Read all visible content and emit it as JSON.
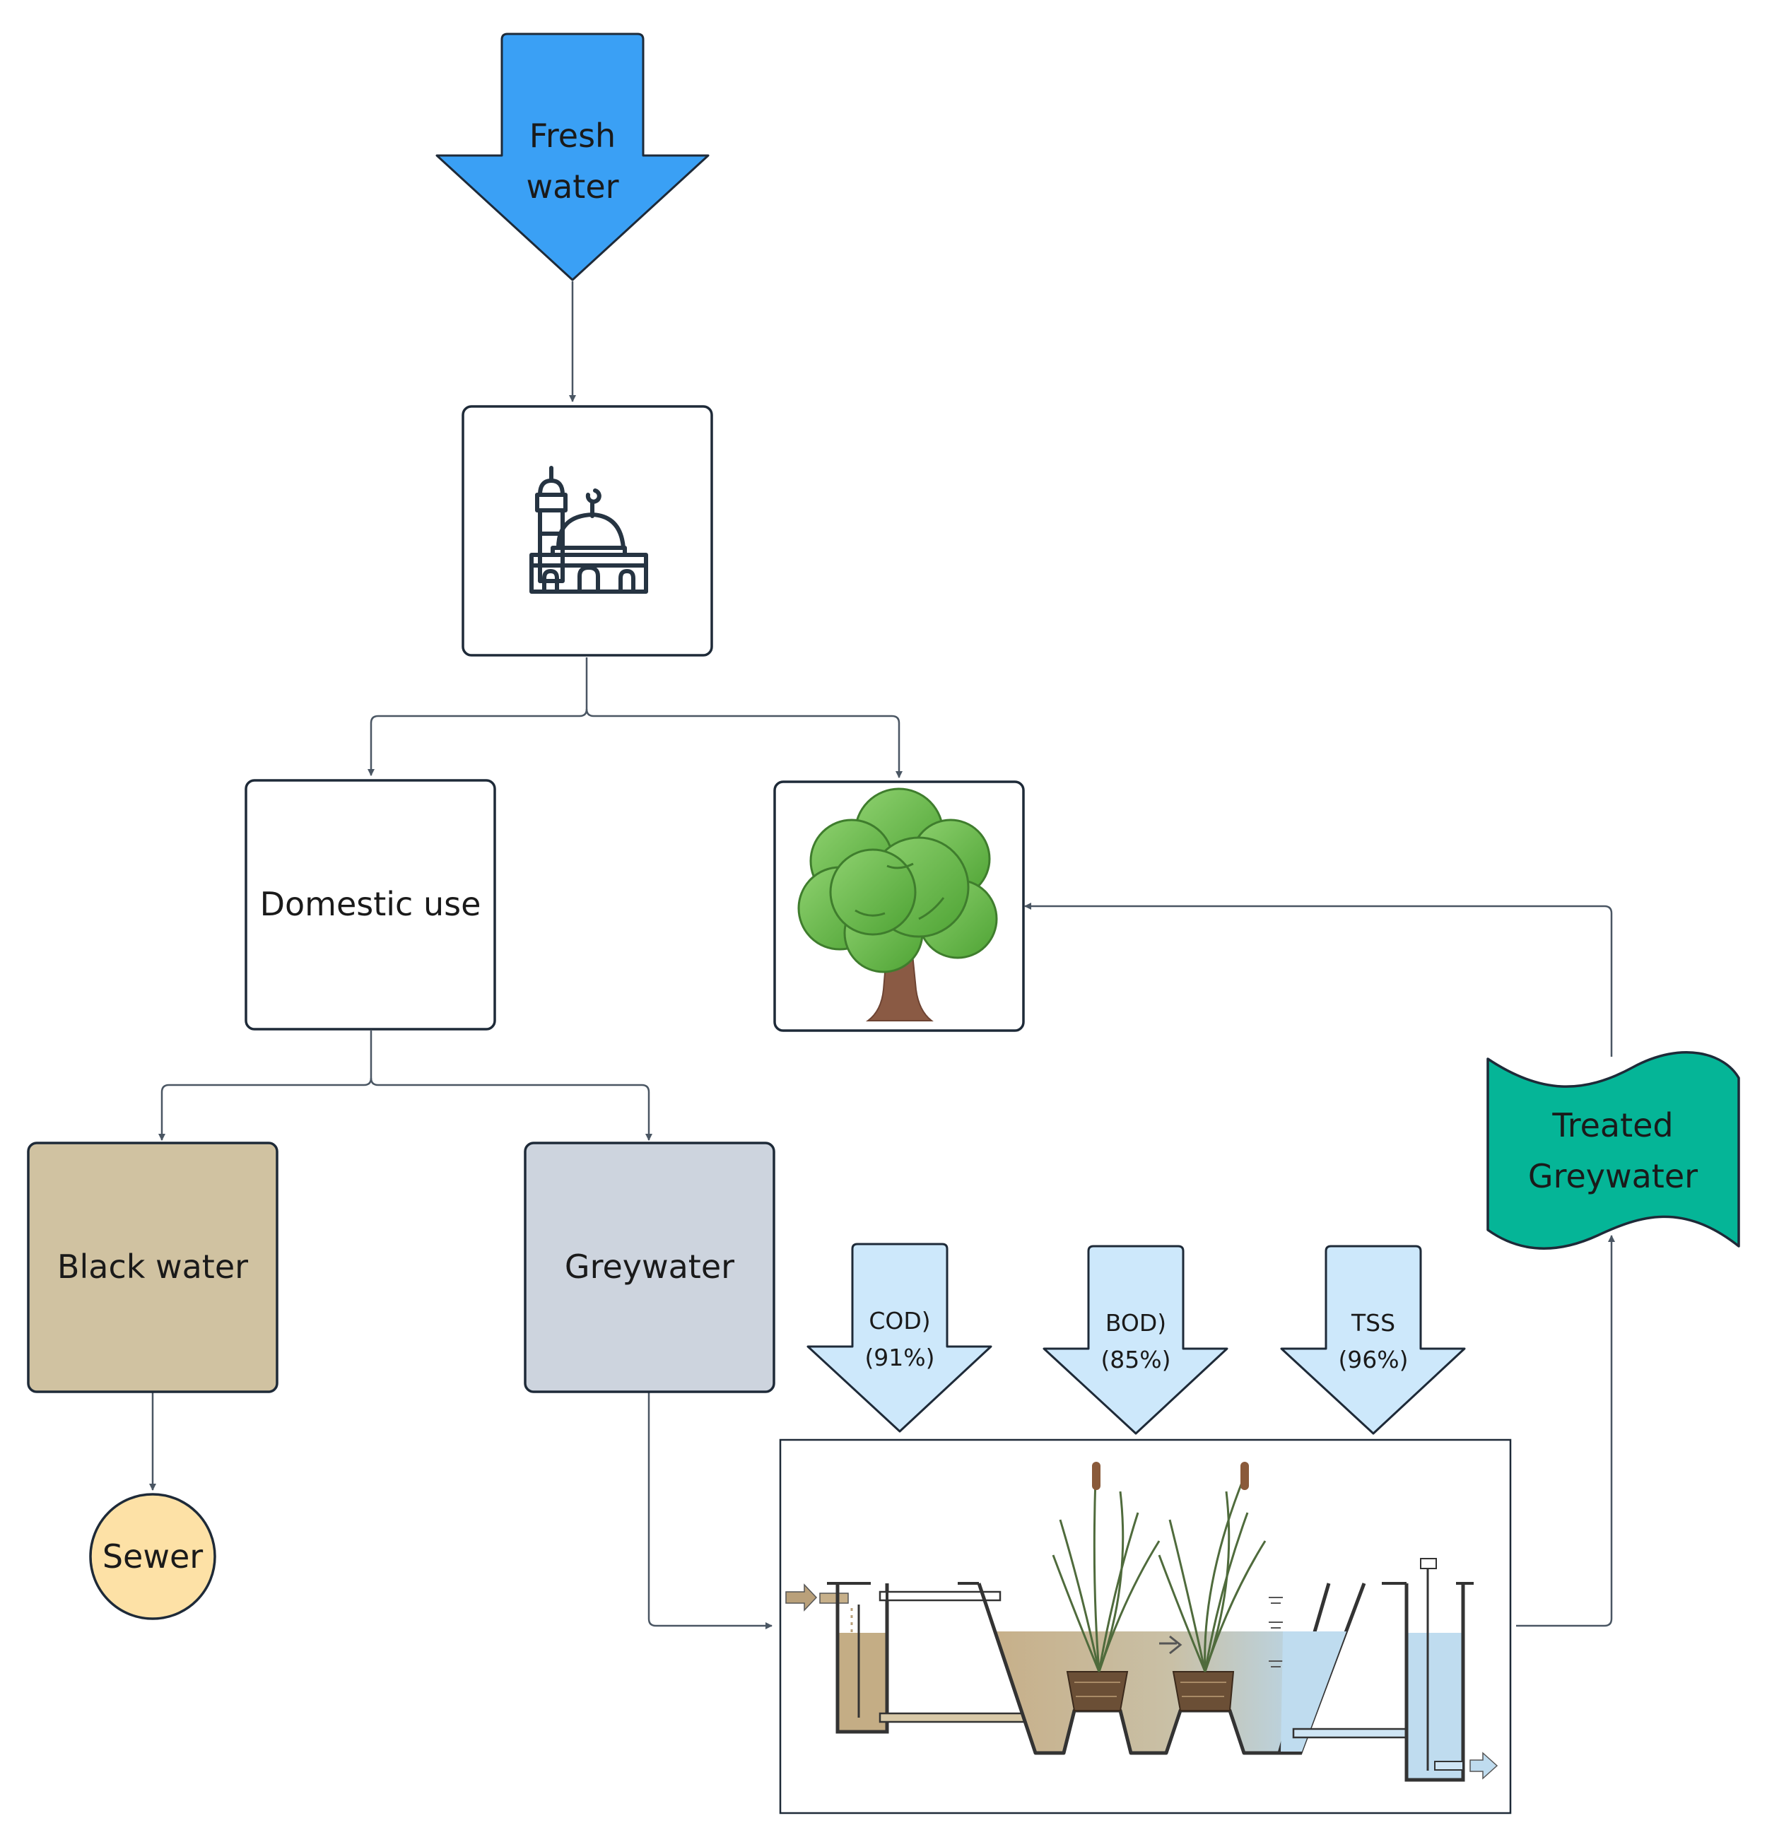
{
  "fresh_water": {
    "line1": "Fresh",
    "line2": "water"
  },
  "domestic_use": "Domestic use",
  "black_water": "Black water",
  "greywater": "Greywater",
  "sewer": "Sewer",
  "treated": {
    "line1": "Treated",
    "line2": "Greywater"
  },
  "removal": [
    {
      "line1": "COD)",
      "line2": "(91%)"
    },
    {
      "line1": "BOD)",
      "line2": "(85%)"
    },
    {
      "line1": "TSS",
      "line2": "(96%)"
    }
  ],
  "icons": {
    "mosque": "mosque-icon",
    "tree": "tree-icon",
    "wetland": "constructed-wetland-illustration"
  },
  "colors": {
    "fresh_water": "#3aa0f5",
    "black_water": "#d0c2a1",
    "greywater": "#cdd4de",
    "sewer": "#fde1a6",
    "treated": "#05b597",
    "removal": "#cde8fb",
    "connector": "#4a5663"
  }
}
